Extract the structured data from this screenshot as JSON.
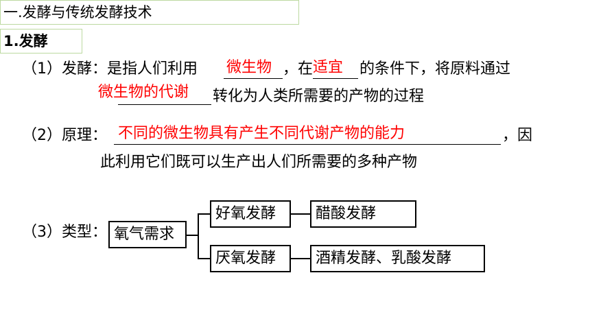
{
  "header": {
    "title": "一.发酵与传统发酵技术"
  },
  "section": {
    "title": "1.发酵"
  },
  "item1": {
    "prefix": "（1）发酵：是指人们利用",
    "answer1": "微生物",
    "mid": "，在",
    "answer2": "适宜",
    "suffix": "的条件下，将原料通过",
    "answer3": "微生物的代谢",
    "line2": "转化为人类所需要的产物的过程"
  },
  "item2": {
    "prefix": "（2）原理：",
    "answer": "不同的微生物具有产生不同代谢产物的能力",
    "suffix": "，因",
    "line2": "此利用它们既可以生产出人们所需要的多种产物"
  },
  "item3": {
    "prefix": "（3）类型：",
    "root": "氧气需求",
    "aerobic": "好氧发酵",
    "aerobic_example": "醋酸发酵",
    "anaerobic": "厌氧发酵",
    "anaerobic_example": "酒精发酵、乳酸发酵"
  },
  "colors": {
    "answer": "#ff0000",
    "box_border": "#bcd9a0"
  }
}
